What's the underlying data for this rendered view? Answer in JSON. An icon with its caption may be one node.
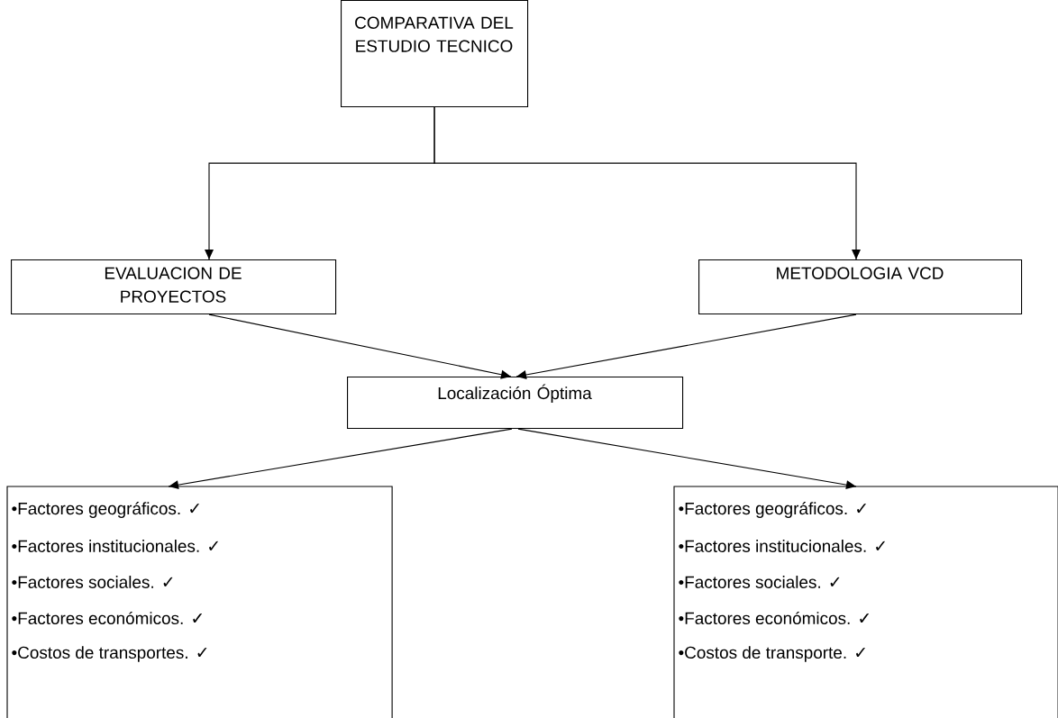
{
  "diagram": {
    "nodes": [
      {
        "text": [
          "COMPARATIVA DEL ESTUDIO TECNICO"
        ]
      },
      {
        "text": [
          "EVALUACION DE PROYECTOS"
        ]
      },
      {
        "text": [
          "METODOLOGIA VCD"
        ]
      },
      {
        "text": [
          "Localización Óptima"
        ]
      },
      {
        "text": [
          "•Factores geográficos.  ✓",
          "•Factores institucionales.  ✓",
          "•Factores sociales.  ✓",
          "•Factores económicos.  ✓",
          "•Costos de transportes.  ✓"
        ]
      },
      {
        "text": [
          "•Factores geográficos.  ✓",
          "•Factores institucionales.  ✓",
          "•Factores sociales.   ✓",
          "•Factores económicos. ✓",
          "•Costos de transporte. ✓"
        ]
      }
    ],
    "edges": [
      {
        "from": 0,
        "to": 1,
        "arrow": "to"
      },
      {
        "from": 0,
        "to": 2,
        "arrow": "to"
      },
      {
        "from": 1,
        "to": 3,
        "arrow": "to"
      },
      {
        "from": 2,
        "to": 3,
        "arrow": "to"
      },
      {
        "from": 3,
        "to": 4,
        "arrow": "to"
      },
      {
        "from": 3,
        "to": 5,
        "arrow": "to"
      }
    ]
  }
}
